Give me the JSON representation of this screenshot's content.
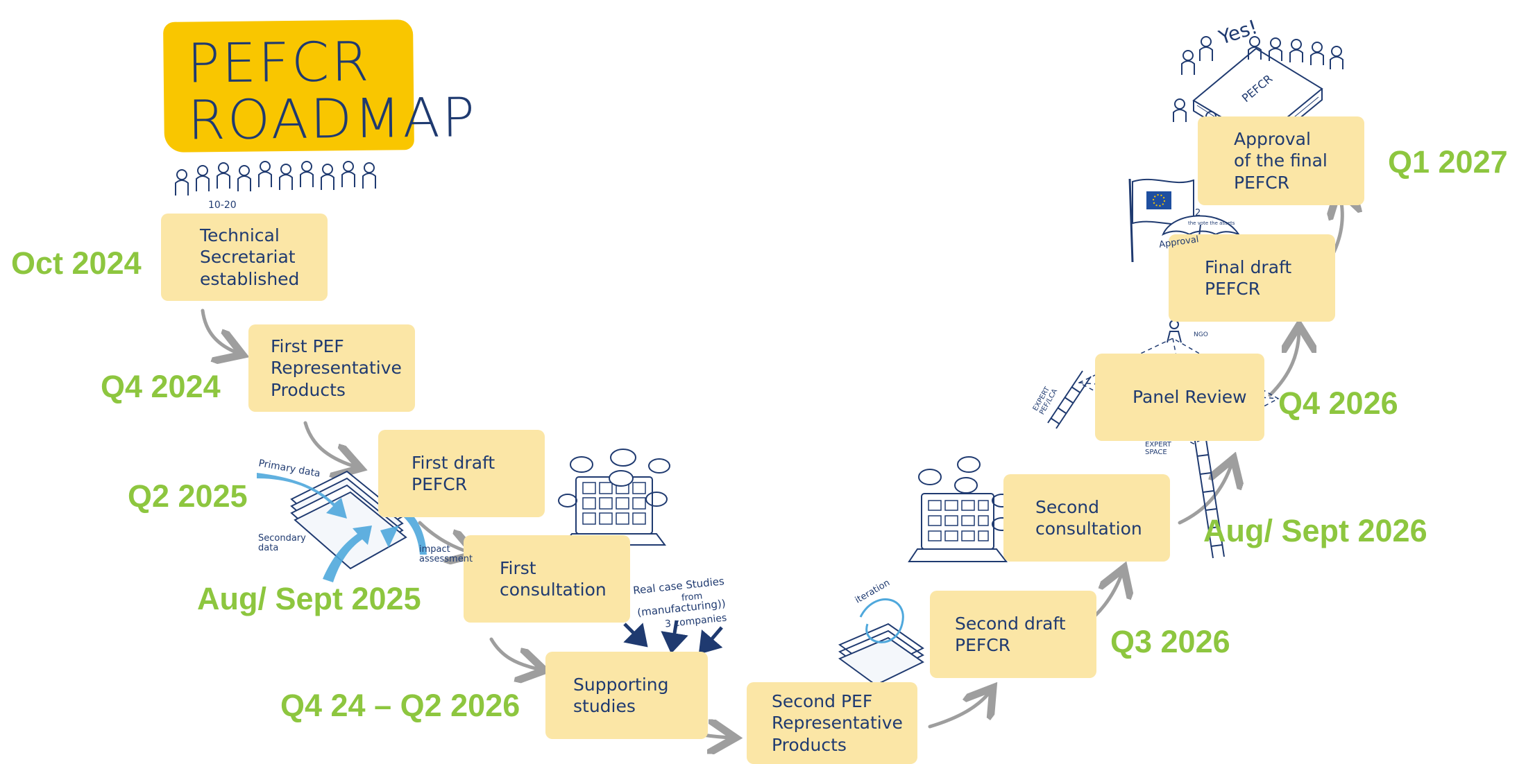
{
  "title": {
    "line1": "PEFCR",
    "line2": "ROADMAP"
  },
  "steps": [
    {
      "label": "Technical\nSecretariat\nestablished"
    },
    {
      "label": "First PEF\nRepresentative\nProducts"
    },
    {
      "label": "First draft\nPEFCR"
    },
    {
      "label": "First\nconsultation"
    },
    {
      "label": "Supporting\nstudies"
    },
    {
      "label": "Second PEF\nRepresentative\nProducts"
    },
    {
      "label": "Second draft\nPEFCR"
    },
    {
      "label": "Second\nconsultation"
    },
    {
      "label": "Panel Review"
    },
    {
      "label": "Final draft\nPEFCR"
    },
    {
      "label": "Approval\nof the final\nPEFCR"
    }
  ],
  "dates": [
    "Oct 2024",
    "Q4 2024",
    "Q2 2025",
    "Aug/ Sept 2025",
    "Q4 24 – Q2 2026",
    "Q3 2026",
    "Aug/ Sept 2026",
    "Q4 2026",
    "Q1 2027"
  ],
  "annotations": {
    "group_size": "10-20",
    "primary_data": "Primary data",
    "secondary_data": "Secondary\ndata",
    "impact_assessment": "impact\nassessment",
    "case_studies_1": "Real case Studies",
    "case_studies_2": "from",
    "case_studies_3": "(manufacturing))",
    "case_studies_4": "3 companies",
    "iteration": "iteration",
    "approval": "Approval",
    "umbrella_note": "the vote the assets",
    "expert_pef": "EXPERT\nPEF/LCA",
    "expert_space": "EXPERT\nSPACE",
    "ngo": "NGO",
    "yes": "Yes!",
    "book_label": "PEFCR",
    "flag_number": "2"
  },
  "colors": {
    "title_bg": "#f9c600",
    "step_bg": "#fbe6a6",
    "step_text": "#1f3a70",
    "date_text": "#8dc63f",
    "arrow": "#9e9e9e",
    "accent_blue": "#4fa8dc"
  }
}
